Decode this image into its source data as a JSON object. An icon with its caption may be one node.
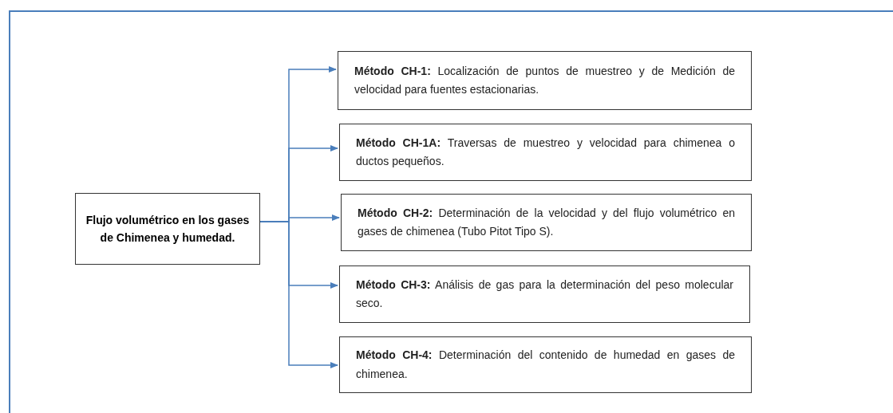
{
  "diagram": {
    "nodes": [
      {
        "text": [
          "Flujo volumétrico en los gases de Chimenea y humedad."
        ]
      },
      {
        "text": [
          "**Método CH-1:** Localización de puntos de muestreo y de Medición de velocidad para fuentes estacionarias."
        ]
      },
      {
        "text": [
          "**Método CH-1A:** Traversas de muestreo y velocidad para chimenea o ductos pequeños."
        ]
      },
      {
        "text": [
          "**Método CH-2:** Determinación de la velocidad y del flujo volumétrico en gases de chimenea (Tubo Pitot Tipo S)."
        ]
      },
      {
        "text": [
          "**Método CH-3:** Análisis de gas para la determinación del peso molecular seco."
        ]
      },
      {
        "text": [
          "**Método CH-4:** Determinación del contenido de humedad en gases de chimenea."
        ]
      }
    ],
    "edges": [
      {
        "from": 0,
        "to": 1,
        "arrow": "to"
      },
      {
        "from": 0,
        "to": 2,
        "arrow": "to"
      },
      {
        "from": 0,
        "to": 3,
        "arrow": "to"
      },
      {
        "from": 0,
        "to": 4,
        "arrow": "to"
      },
      {
        "from": 0,
        "to": 5,
        "arrow": "to"
      }
    ]
  }
}
